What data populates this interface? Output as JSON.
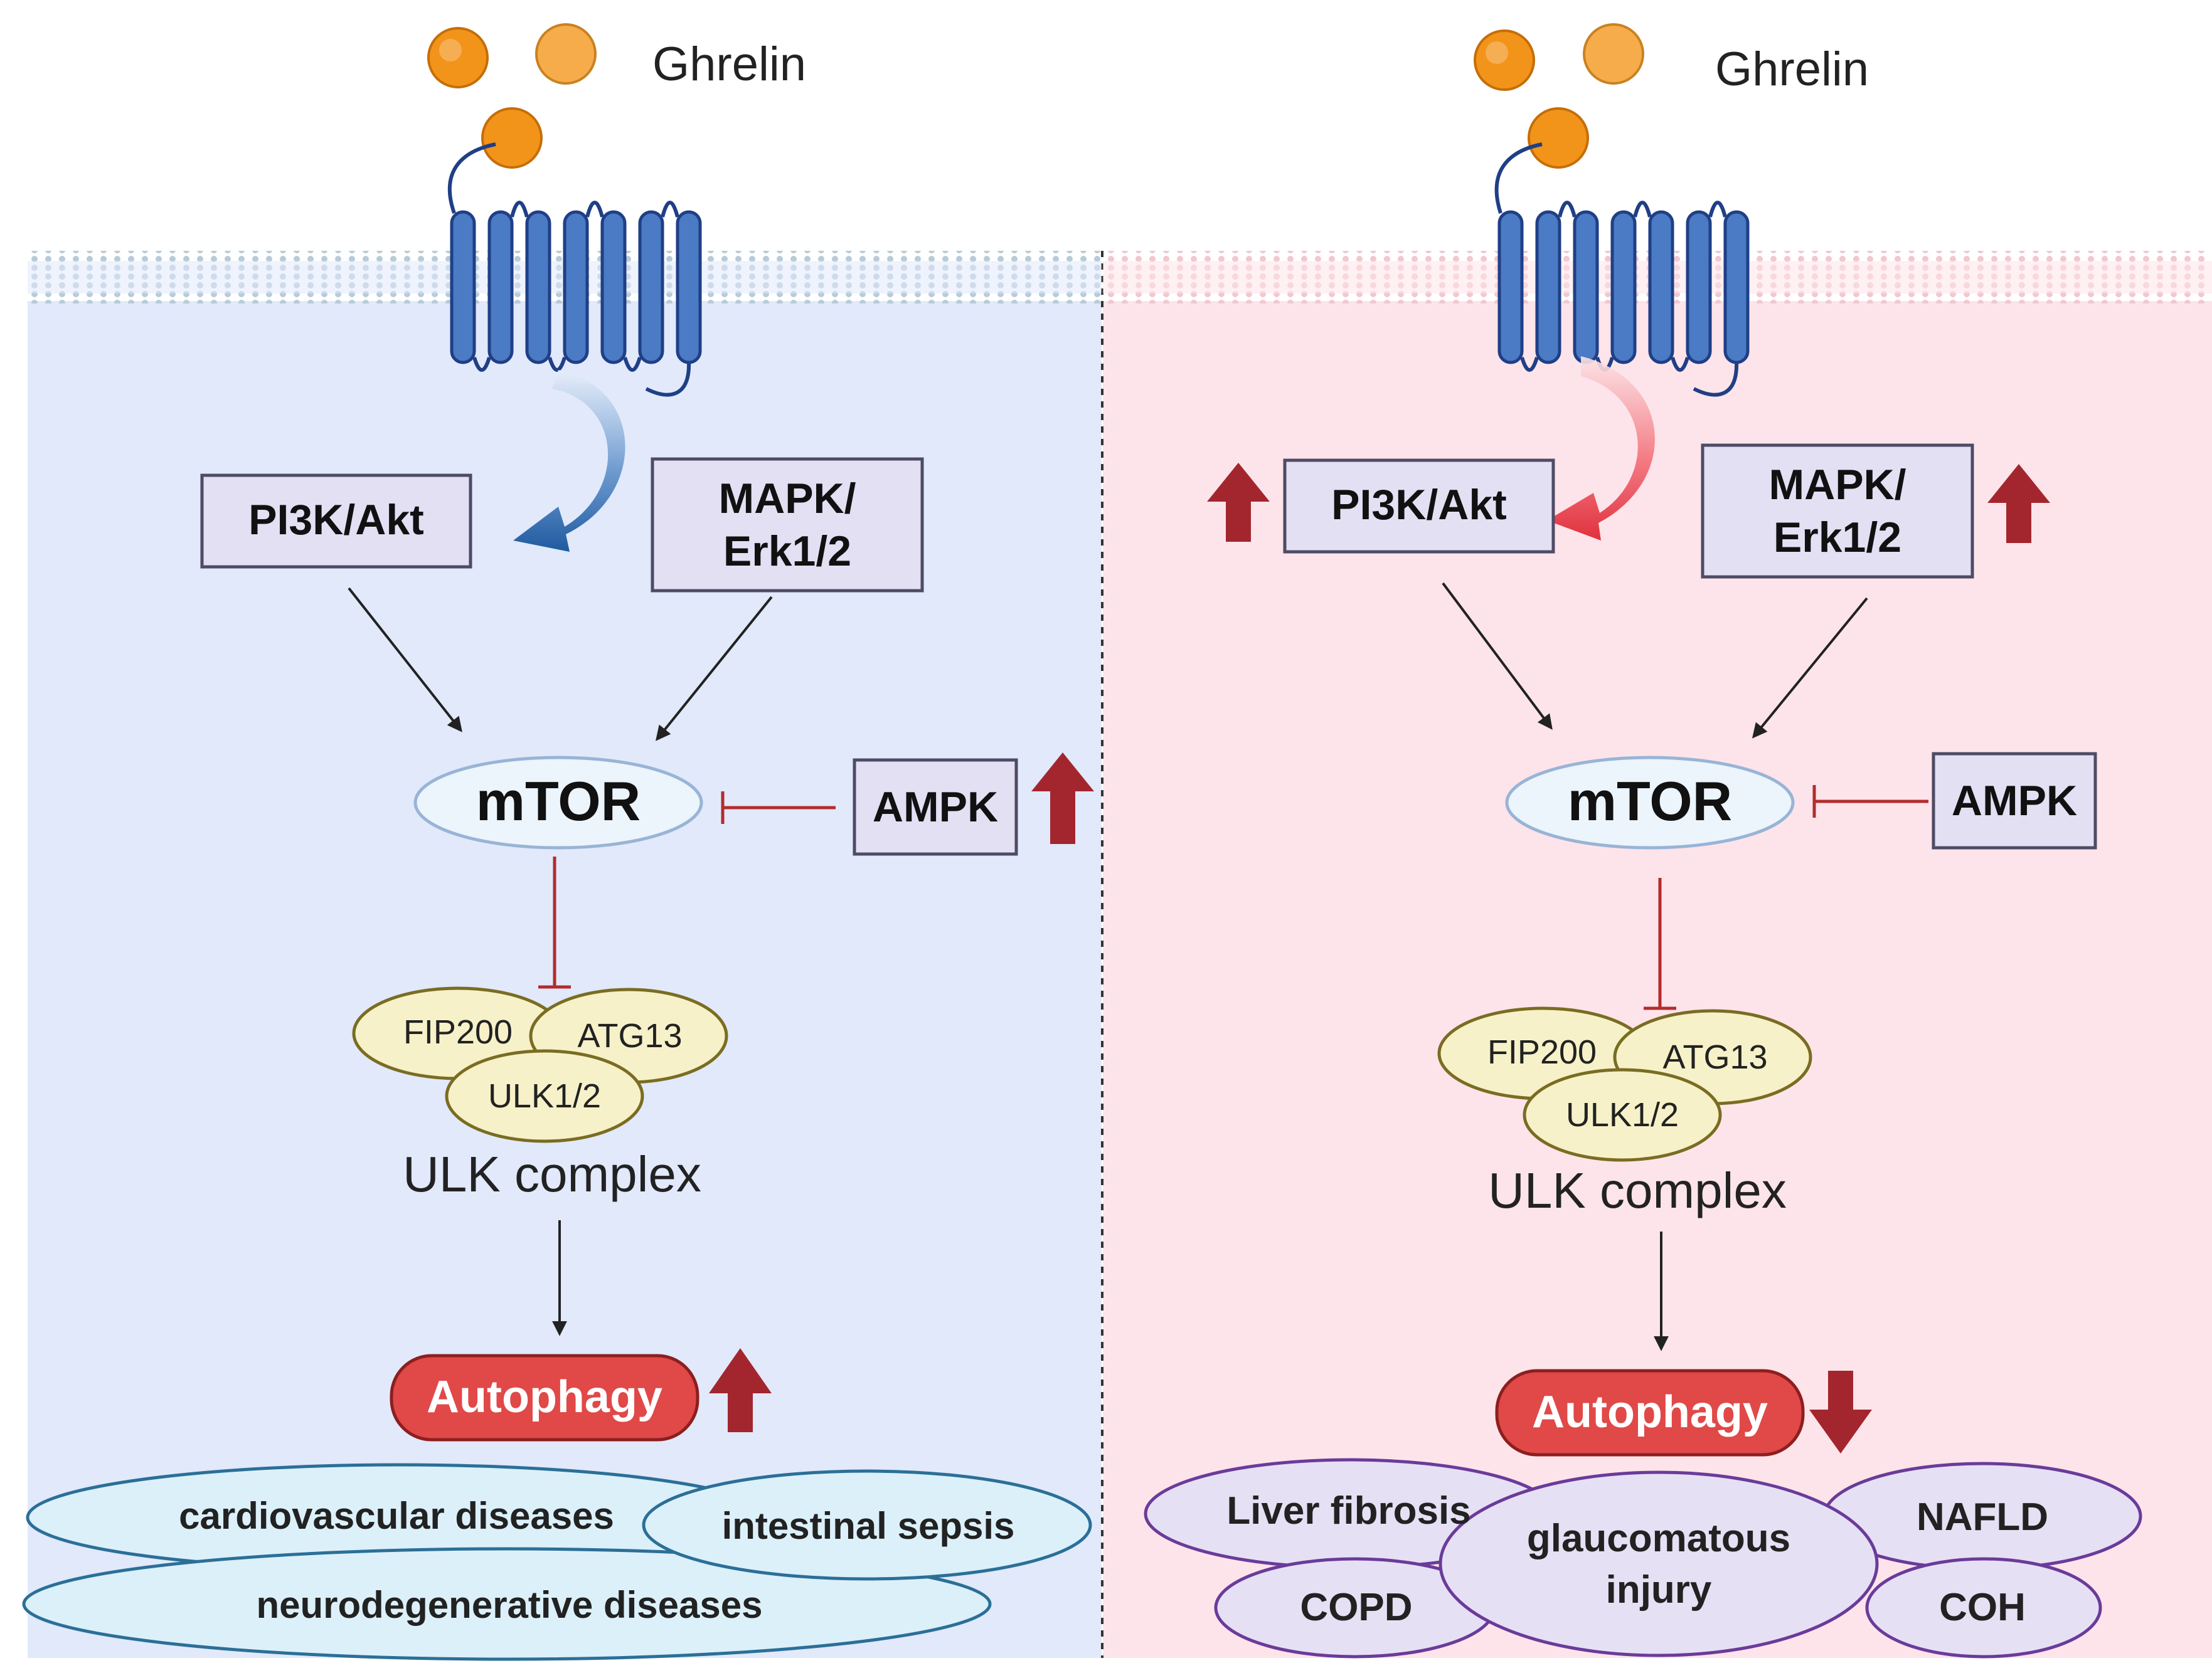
{
  "colors": {
    "left_panel_bg": "#e1e9fb",
    "right_panel_bg": "#fde4ea",
    "receptor": "#4a7bc4",
    "receptor_stroke": "#1f3f86",
    "ghrelin": "#f2941a",
    "box_fill": "#e3e0f4",
    "box_stroke": "#4e4b66",
    "up_down_arrow": "#a3262e",
    "inhibit_line": "#b32c2c",
    "autophagy_fill": "#e14848",
    "ulk_fill": "#f6f1c8",
    "ulk_stroke": "#7a6c22",
    "mtor_fill": "#ecf4fc",
    "mtor_stroke": "#98b4d6",
    "left_disease_fill": "#dcf0fa",
    "left_disease_stroke": "#2b6f97",
    "right_disease_fill": "#e6e0f4",
    "right_disease_stroke": "#6a3b9a"
  },
  "left": {
    "ghrelin_label": "Ghrelin",
    "pi3k_label": "PI3K/Akt",
    "mapk_line1": "MAPK/",
    "mapk_line2": "Erk1/2",
    "mtor_label": "mTOR",
    "ampk_label": "AMPK",
    "fip200_label": "FIP200",
    "atg13_label": "ATG13",
    "ulk12_label": "ULK1/2",
    "ulk_complex_label": "ULK complex",
    "autophagy_label": "Autophagy",
    "diseases": [
      "cardiovascular diseases",
      "intestinal sepsis",
      "neurodegenerative diseases"
    ]
  },
  "right": {
    "ghrelin_label": "Ghrelin",
    "pi3k_label": "PI3K/Akt",
    "mapk_line1": "MAPK/",
    "mapk_line2": "Erk1/2",
    "mtor_label": "mTOR",
    "ampk_label": "AMPK",
    "fip200_label": "FIP200",
    "atg13_label": "ATG13",
    "ulk12_label": "ULK1/2",
    "ulk_complex_label": "ULK complex",
    "autophagy_label": "Autophagy",
    "diseases": [
      "Liver fibrosis",
      "NAFLD",
      "COPD",
      "COH"
    ],
    "disease_center_line1": "glaucomatous",
    "disease_center_line2": "injury"
  }
}
